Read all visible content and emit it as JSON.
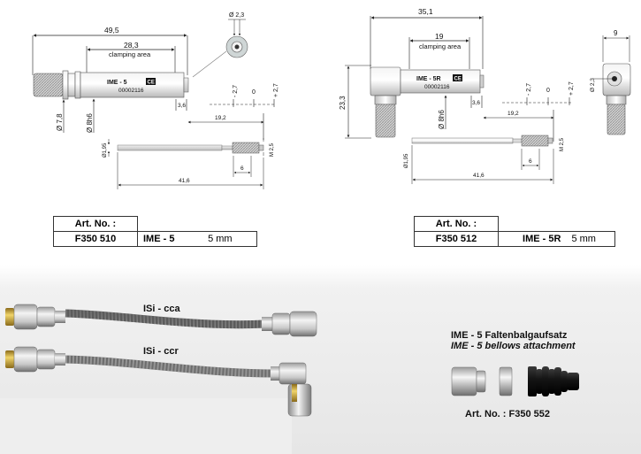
{
  "left_drawing": {
    "dim_total_length": "49,5",
    "dim_clamping_length": "28,3",
    "clamping_label": "clamping area",
    "sensor_label": "IME - 5",
    "sensor_serial": "00002116",
    "ce_mark": "CE",
    "dim_hole": "Ø 2,3",
    "dim_body_dia": "Ø 7,8",
    "dim_shaft_dia": "Ø 8h6",
    "dim_offset": "3,6",
    "dim_range_minus": "- 2,7",
    "dim_range_zero": "0",
    "dim_range_plus": "+ 2,7",
    "dim_19_2": "19,2",
    "dim_tip_dia": "Ø1,95",
    "dim_thread": "M 2,5",
    "dim_6": "6",
    "dim_41_6": "41,6"
  },
  "right_drawing": {
    "dim_total_length": "35,1",
    "dim_clamping_length": "19",
    "clamping_label": "clamping area",
    "sensor_label": "IME - 5R",
    "sensor_serial": "00002116",
    "ce_mark": "CE",
    "dim_height": "23,3",
    "dim_shaft_dia": "Ø 8h6",
    "dim_offset": "3,6",
    "dim_range_minus": "- 2,7",
    "dim_range_zero": "0",
    "dim_range_plus": "+ 2,7",
    "dim_19_2": "19,2",
    "dim_tip_dia": "Ø1,95",
    "dim_thread": "M 2,5",
    "dim_6": "6",
    "dim_41_6": "41,6",
    "dim_9": "9",
    "dim_hole": "Ø 2,3"
  },
  "table_left": {
    "header": "Art. No. :",
    "art_no": "F350 510",
    "model": "IME - 5",
    "size": "5 mm"
  },
  "table_right": {
    "header": "Art. No. :",
    "art_no": "F350 512",
    "model": "IME - 5R",
    "size": "5 mm"
  },
  "cables": {
    "cca_label": "ISi - cca",
    "ccr_label": "ISi - ccr"
  },
  "bellows": {
    "title_de": "IME - 5 Faltenbalgaufsatz",
    "title_en": "IME - 5 bellows attachment",
    "art_no": "Art. No. :  F350 552"
  },
  "colors": {
    "line": "#222222",
    "metal_light": "#e8e8e8",
    "metal_mid": "#b8b8b8",
    "metal_dark": "#7a7a7a",
    "gold": "#c9a640",
    "bellows_black": "#151515"
  }
}
